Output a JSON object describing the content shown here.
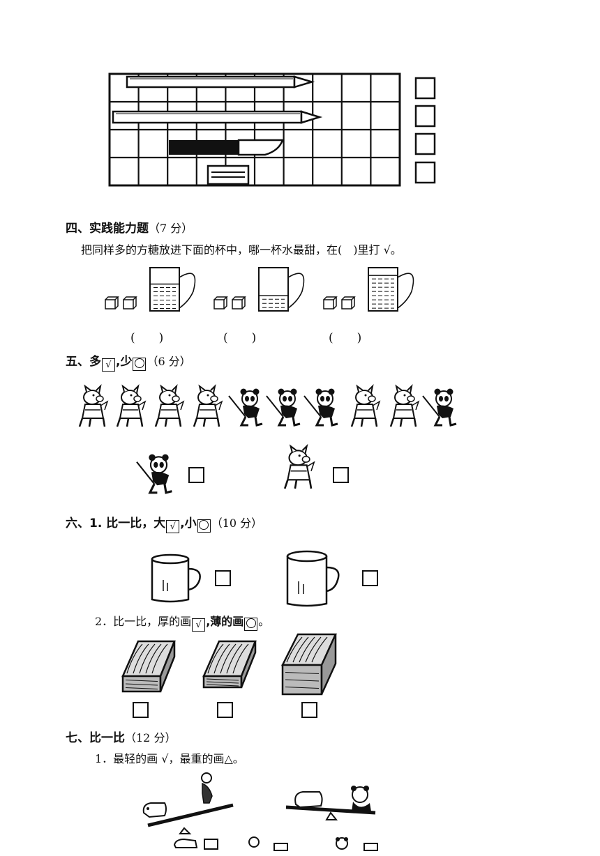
{
  "section4": {
    "title": "四、实践能力题",
    "points": "（7 分）",
    "instruction": "把同样多的方糖放进下面的杯中，哪一杯水最甜，在(　)里打 √。",
    "answer_paren": "(　　)"
  },
  "section5": {
    "title_prefix": "五、多",
    "check_symbol": "√",
    "title_mid": ",少",
    "title_suffix": "",
    "points": "（6 分）"
  },
  "section6": {
    "title_prefix": "六、1. 比一比，大",
    "check_symbol": "√",
    "title_mid": ",小",
    "points": "（10 分）",
    "q2_prefix": "2．比一比，厚的画",
    "q2_mid": ",薄的画",
    "q2_suffix": "。"
  },
  "section7": {
    "title": "七、比一比",
    "points": "（12 分）",
    "q1": "1．最轻的画 √，最重的画△。"
  },
  "icons": [
    "pencil-icon",
    "knife-icon",
    "eraser-icon",
    "sugar-cube-icon",
    "cup-icon",
    "pig-icon",
    "panda-icon",
    "wood-block-icon",
    "seesaw-icon",
    "monkey-icon",
    "elephant-icon"
  ]
}
